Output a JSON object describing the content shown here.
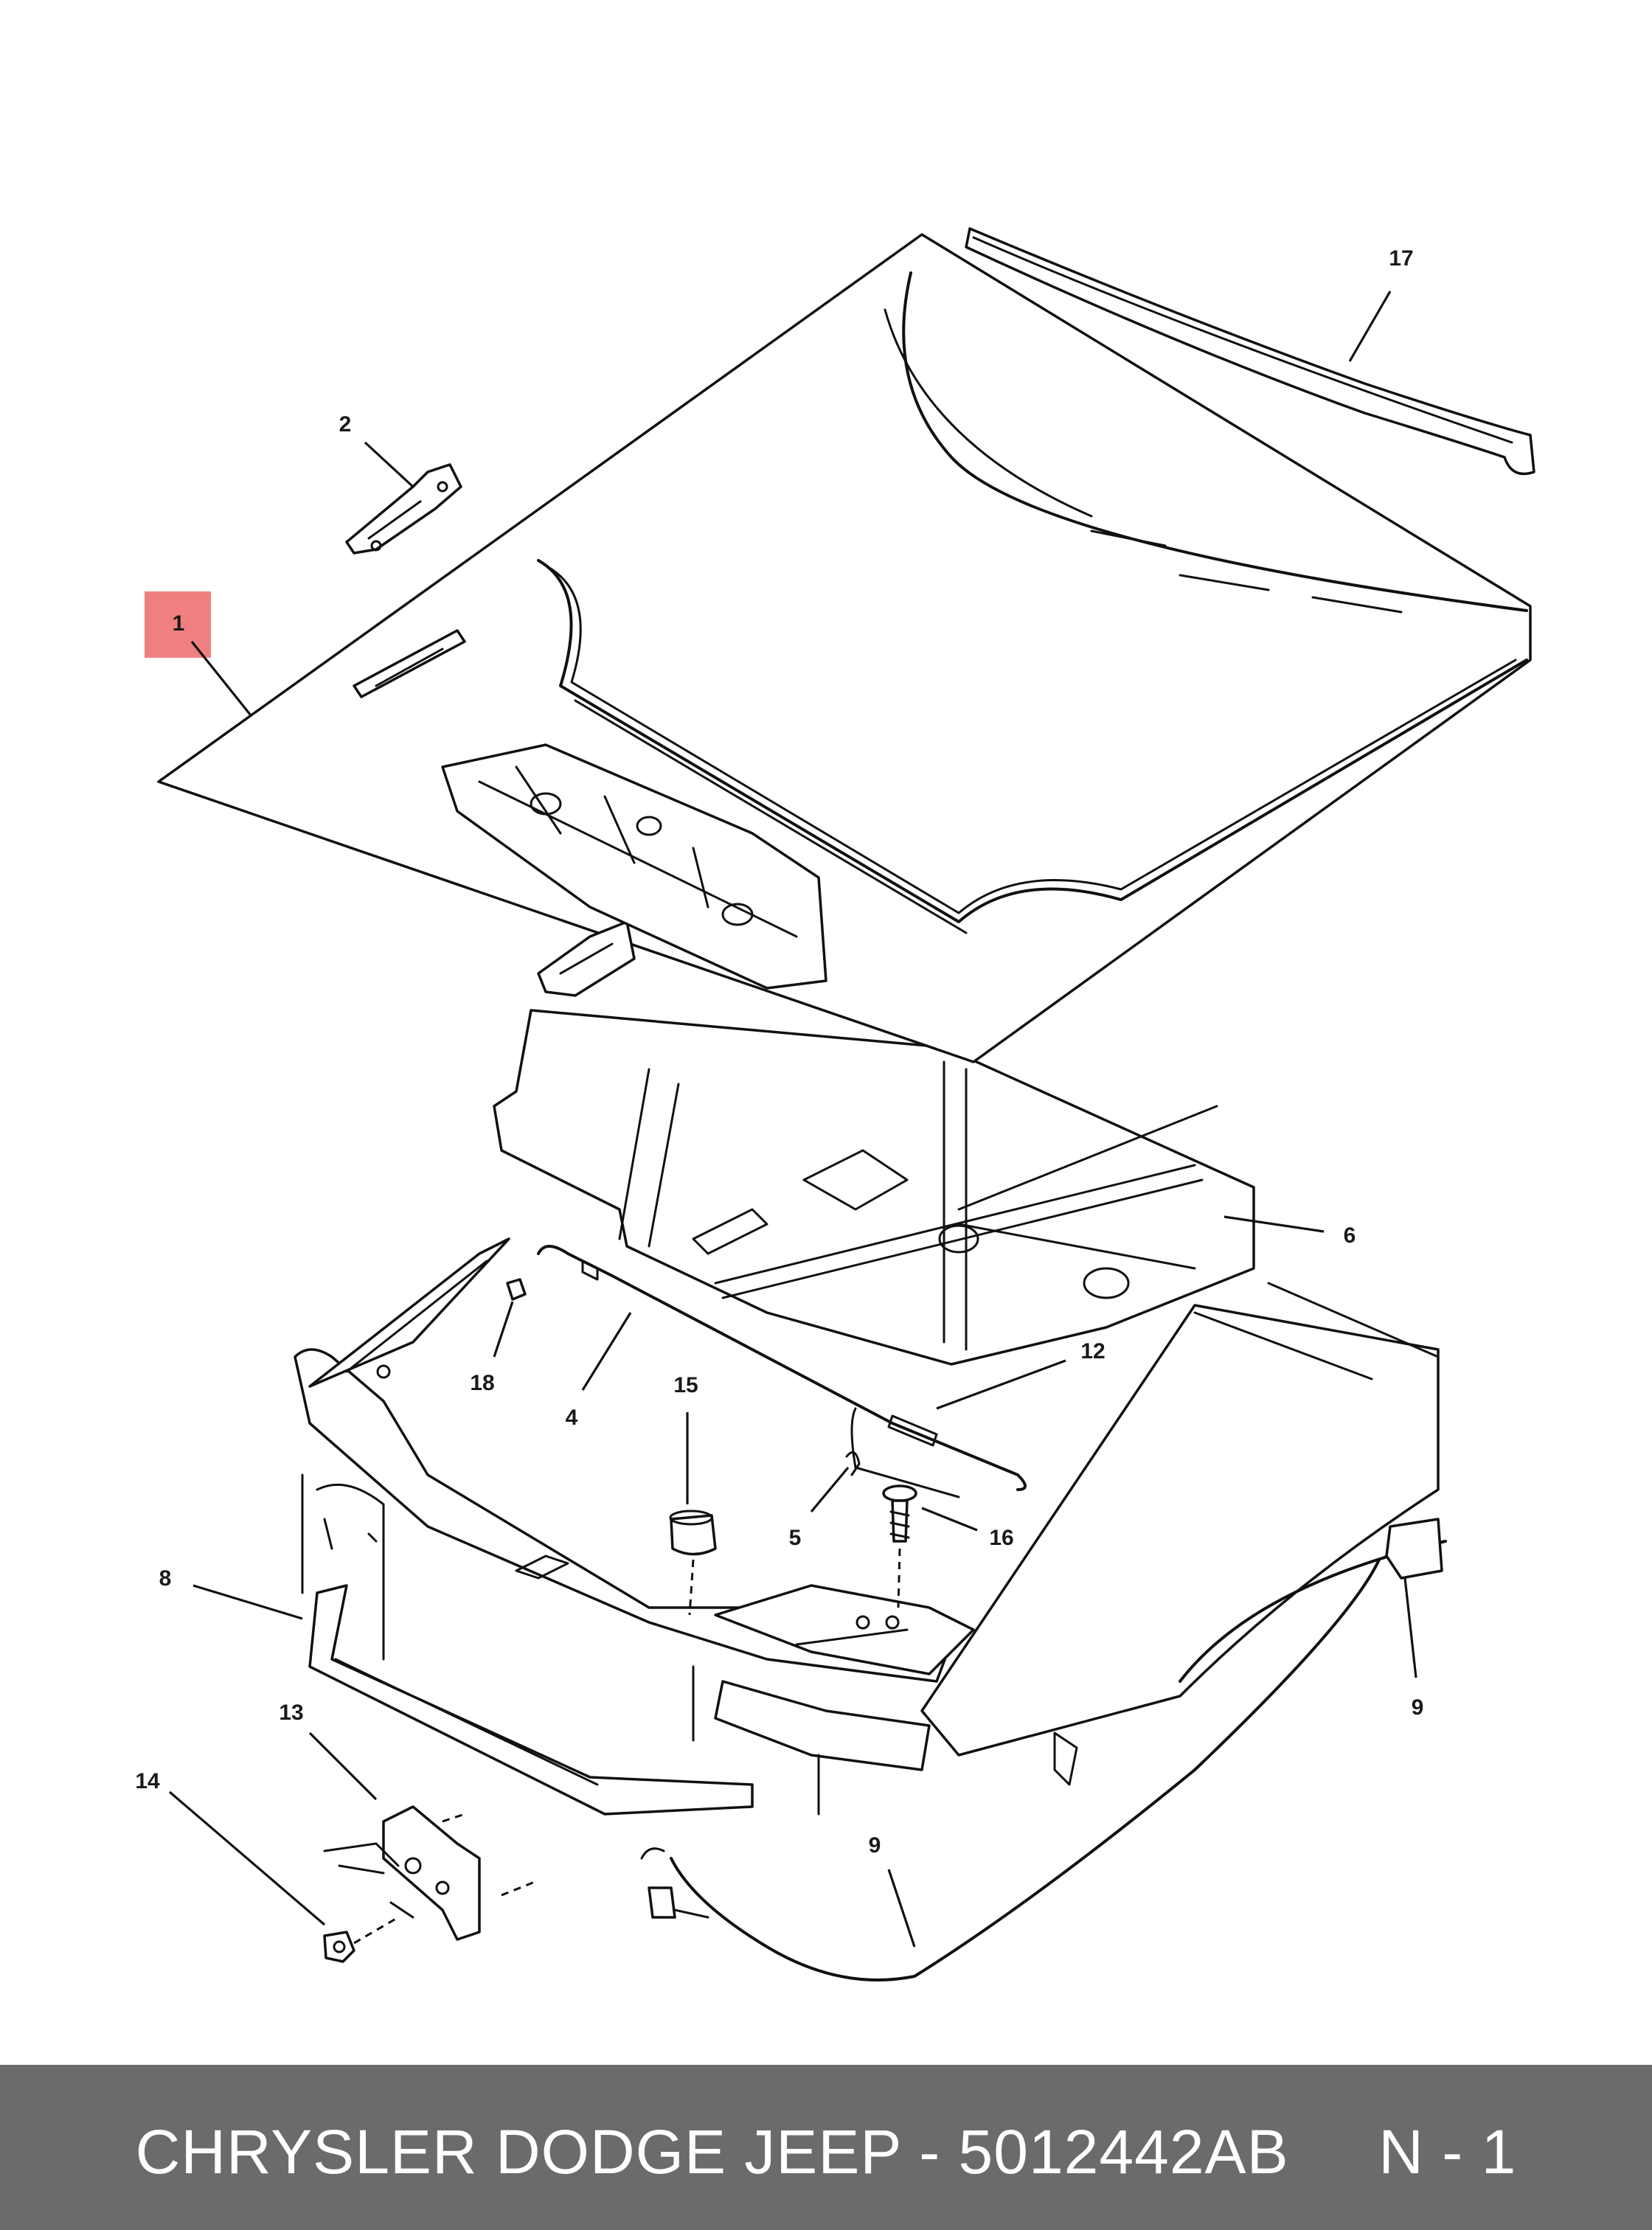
{
  "footer": {
    "text": "CHRYSLER DODGE JEEP - 5012442AB     N - 1"
  },
  "highlight_color": "#f08080",
  "callouts": {
    "c1": "1",
    "c2": "2",
    "c4": "4",
    "c5": "5",
    "c6": "6",
    "c8": "8",
    "c9a": "9",
    "c9b": "9",
    "c12": "12",
    "c13": "13",
    "c14": "14",
    "c15": "15",
    "c16": "16",
    "c17": "17",
    "c18": "18"
  }
}
